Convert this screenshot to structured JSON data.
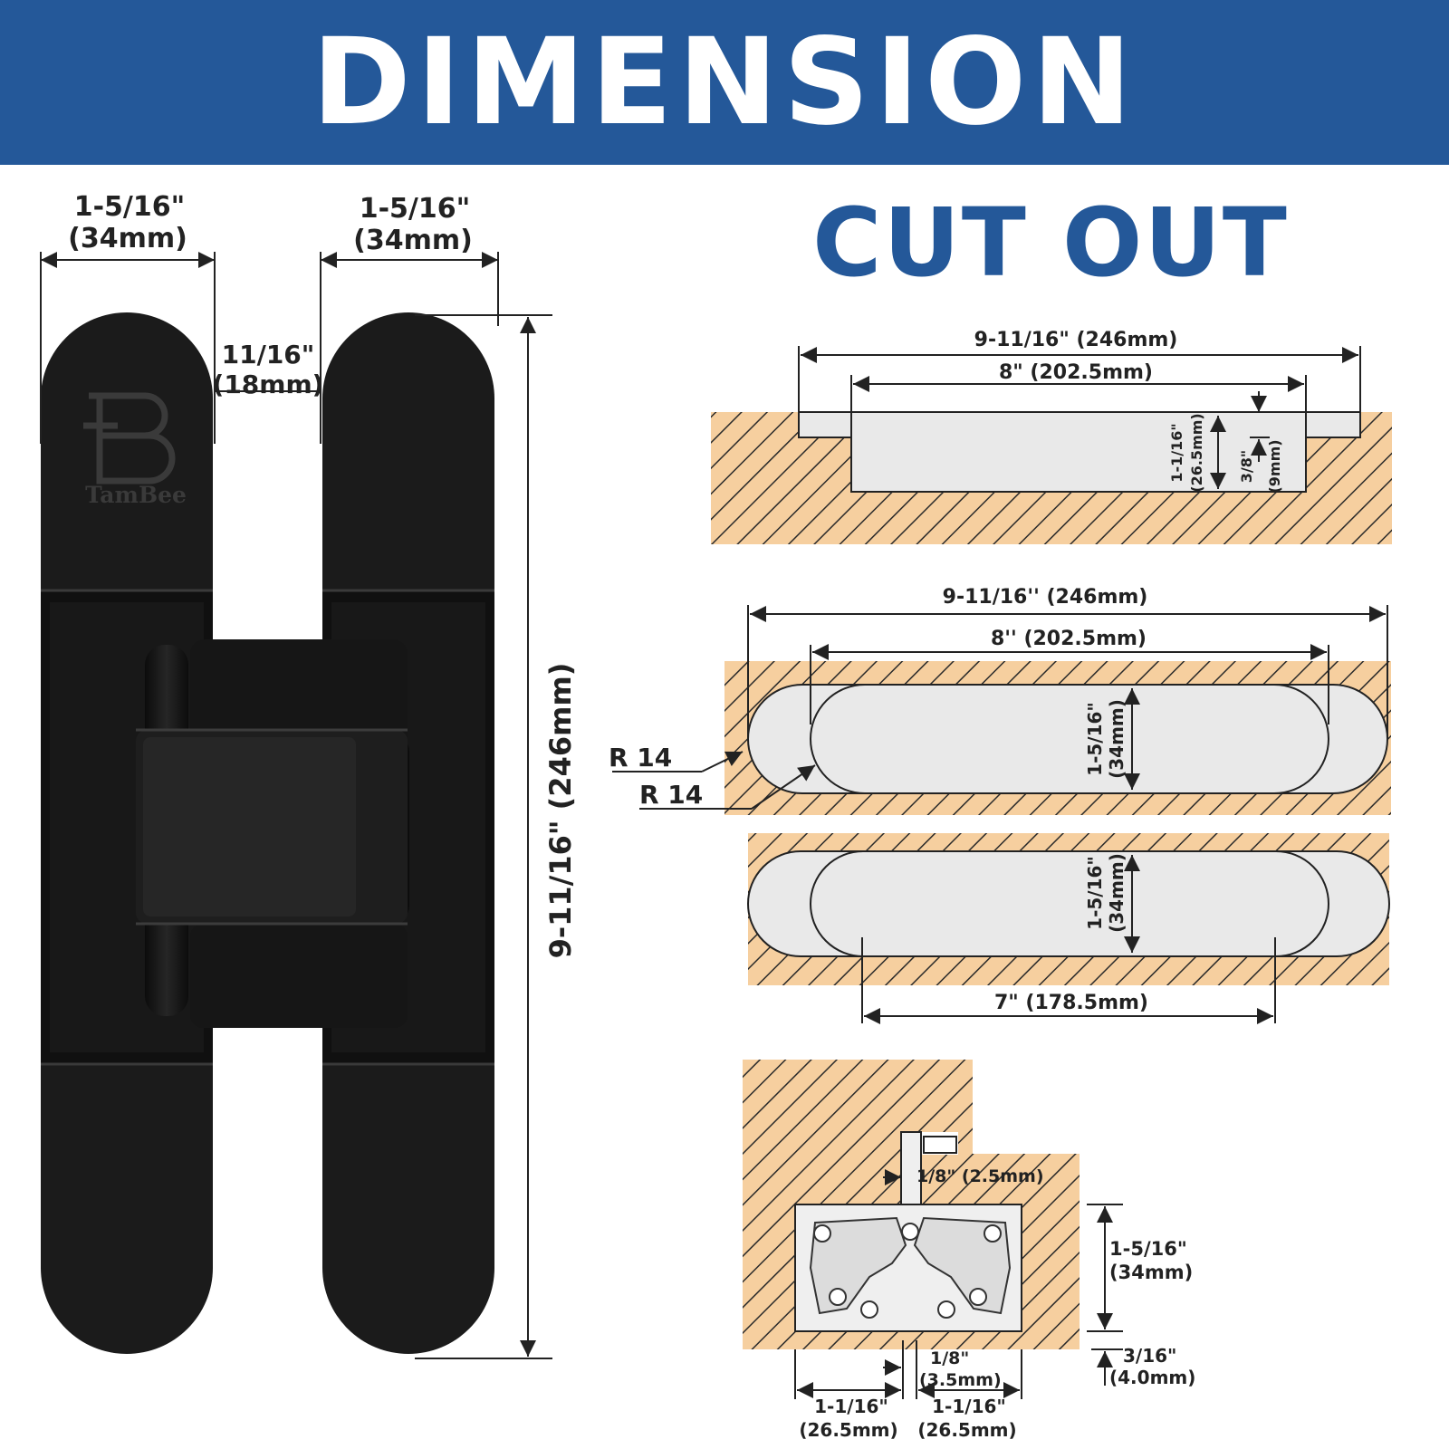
{
  "banner": {
    "title": "DIMENSION",
    "bg_color": "#245899",
    "text_color": "#ffffff"
  },
  "cut_out_title": {
    "text": "CUT OUT",
    "color": "#245899"
  },
  "hinge": {
    "brand": "TamBee",
    "leaf_width_left": {
      "inch": "1-5/16\"",
      "mm": "(34mm)"
    },
    "leaf_width_right": {
      "inch": "1-5/16\"",
      "mm": "(34mm)"
    },
    "gap": {
      "inch": "11/16\"",
      "mm": "(18mm)"
    },
    "height": "9-11/16\" (246mm)"
  },
  "cut_top": {
    "overall": "9-11/16\" (246mm)",
    "pocket": "8\" (202.5mm)",
    "depth": {
      "inch": "1-1/16\"",
      "mm": "(26.5mm)"
    },
    "plate": {
      "inch": "3/8\"",
      "mm": "(9mm)"
    }
  },
  "cut_mid": {
    "overall": "9-11/16'' (246mm)",
    "pocket": "8'' (202.5mm)",
    "width": {
      "inch": "1-5/16\"",
      "mm": "(34mm)"
    },
    "radius_outer": "R 14",
    "radius_inner": "R 14"
  },
  "cut_low": {
    "width": {
      "inch": "1-5/16\"",
      "mm": "(34mm)"
    },
    "screw_spacing": "7\" (178.5mm)"
  },
  "section": {
    "gap_top": "1/8\" (2.5mm)",
    "height": {
      "inch": "1-5/16\"",
      "mm": "(34mm)"
    },
    "offset": {
      "inch": "3/16\"",
      "mm": "(4.0mm)"
    },
    "gap_bottom": {
      "inch": "1/8\"",
      "mm": "(3.5mm)"
    },
    "depth_left": {
      "inch": "1-1/16\"",
      "mm": "(26.5mm)"
    },
    "depth_right": {
      "inch": "1-1/16\"",
      "mm": "(26.5mm)"
    }
  },
  "colors": {
    "wood": "#f6cf9f",
    "hatch": "#2a2a2a",
    "hinge_black": "#141414",
    "pocket": "#e9e9e9"
  }
}
